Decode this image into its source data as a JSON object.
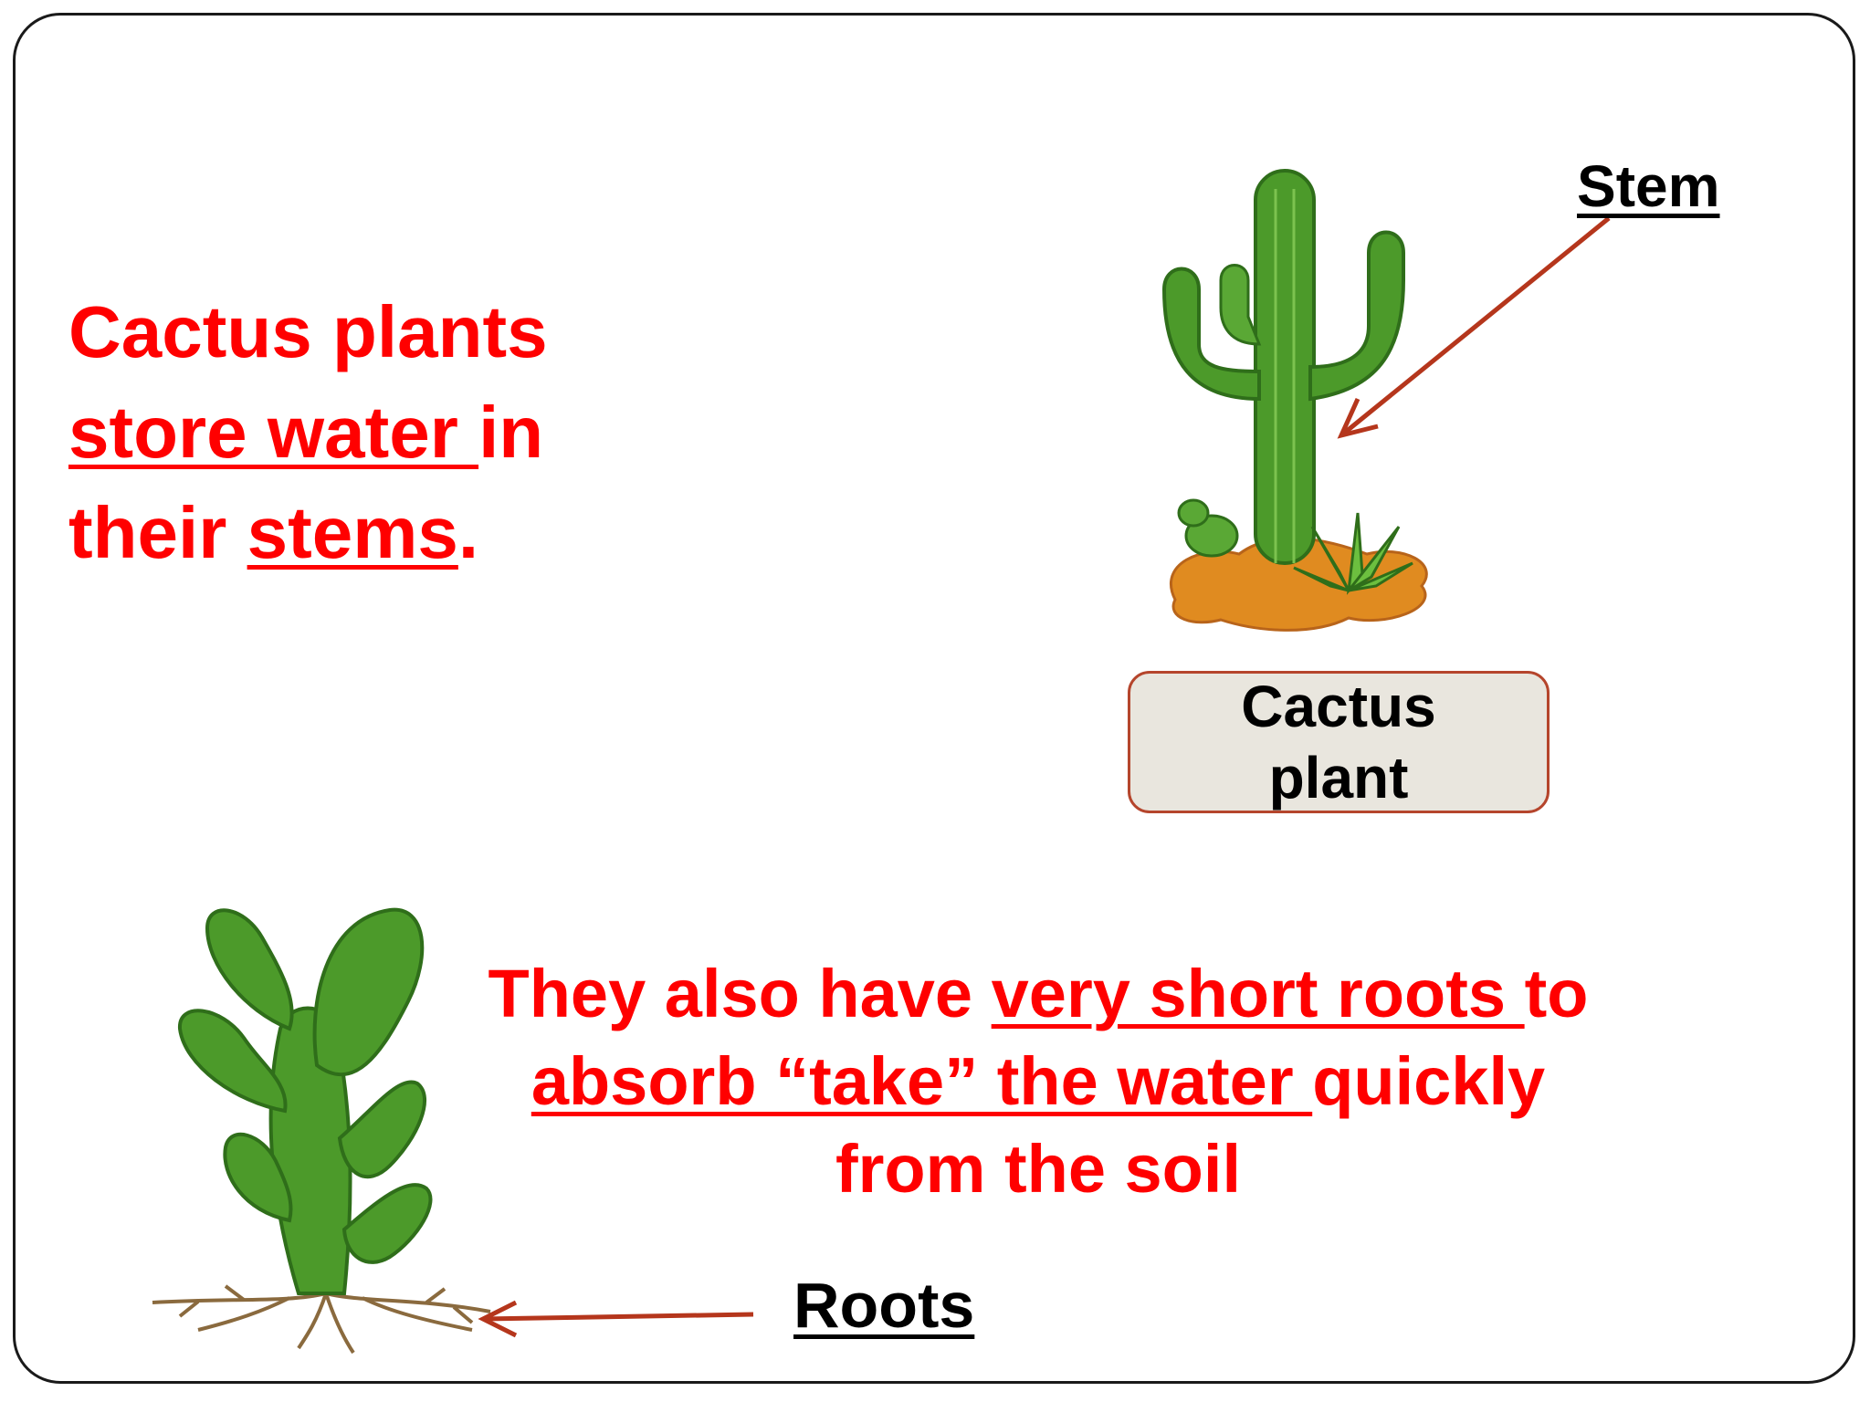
{
  "main_text": {
    "line1": "Cactus plants",
    "line2_underlined": "store water ",
    "line2_rest": "in",
    "line3_start": "their ",
    "line3_underlined": "stems",
    "line3_end": "."
  },
  "bottom_text": {
    "part1": "They also have ",
    "part2_underlined": "very short roots ",
    "part3": "to",
    "part4_underlined": "absorb “take” the water ",
    "part5": "quickly",
    "part6": "from the soil"
  },
  "labels": {
    "stem": "Stem",
    "roots": "Roots",
    "caption": "Cactus plant"
  },
  "colors": {
    "text_red": "#ff0000",
    "arrow": "#b5361c",
    "cactus_green": "#4c9a2a",
    "soil": "#e08b20"
  }
}
